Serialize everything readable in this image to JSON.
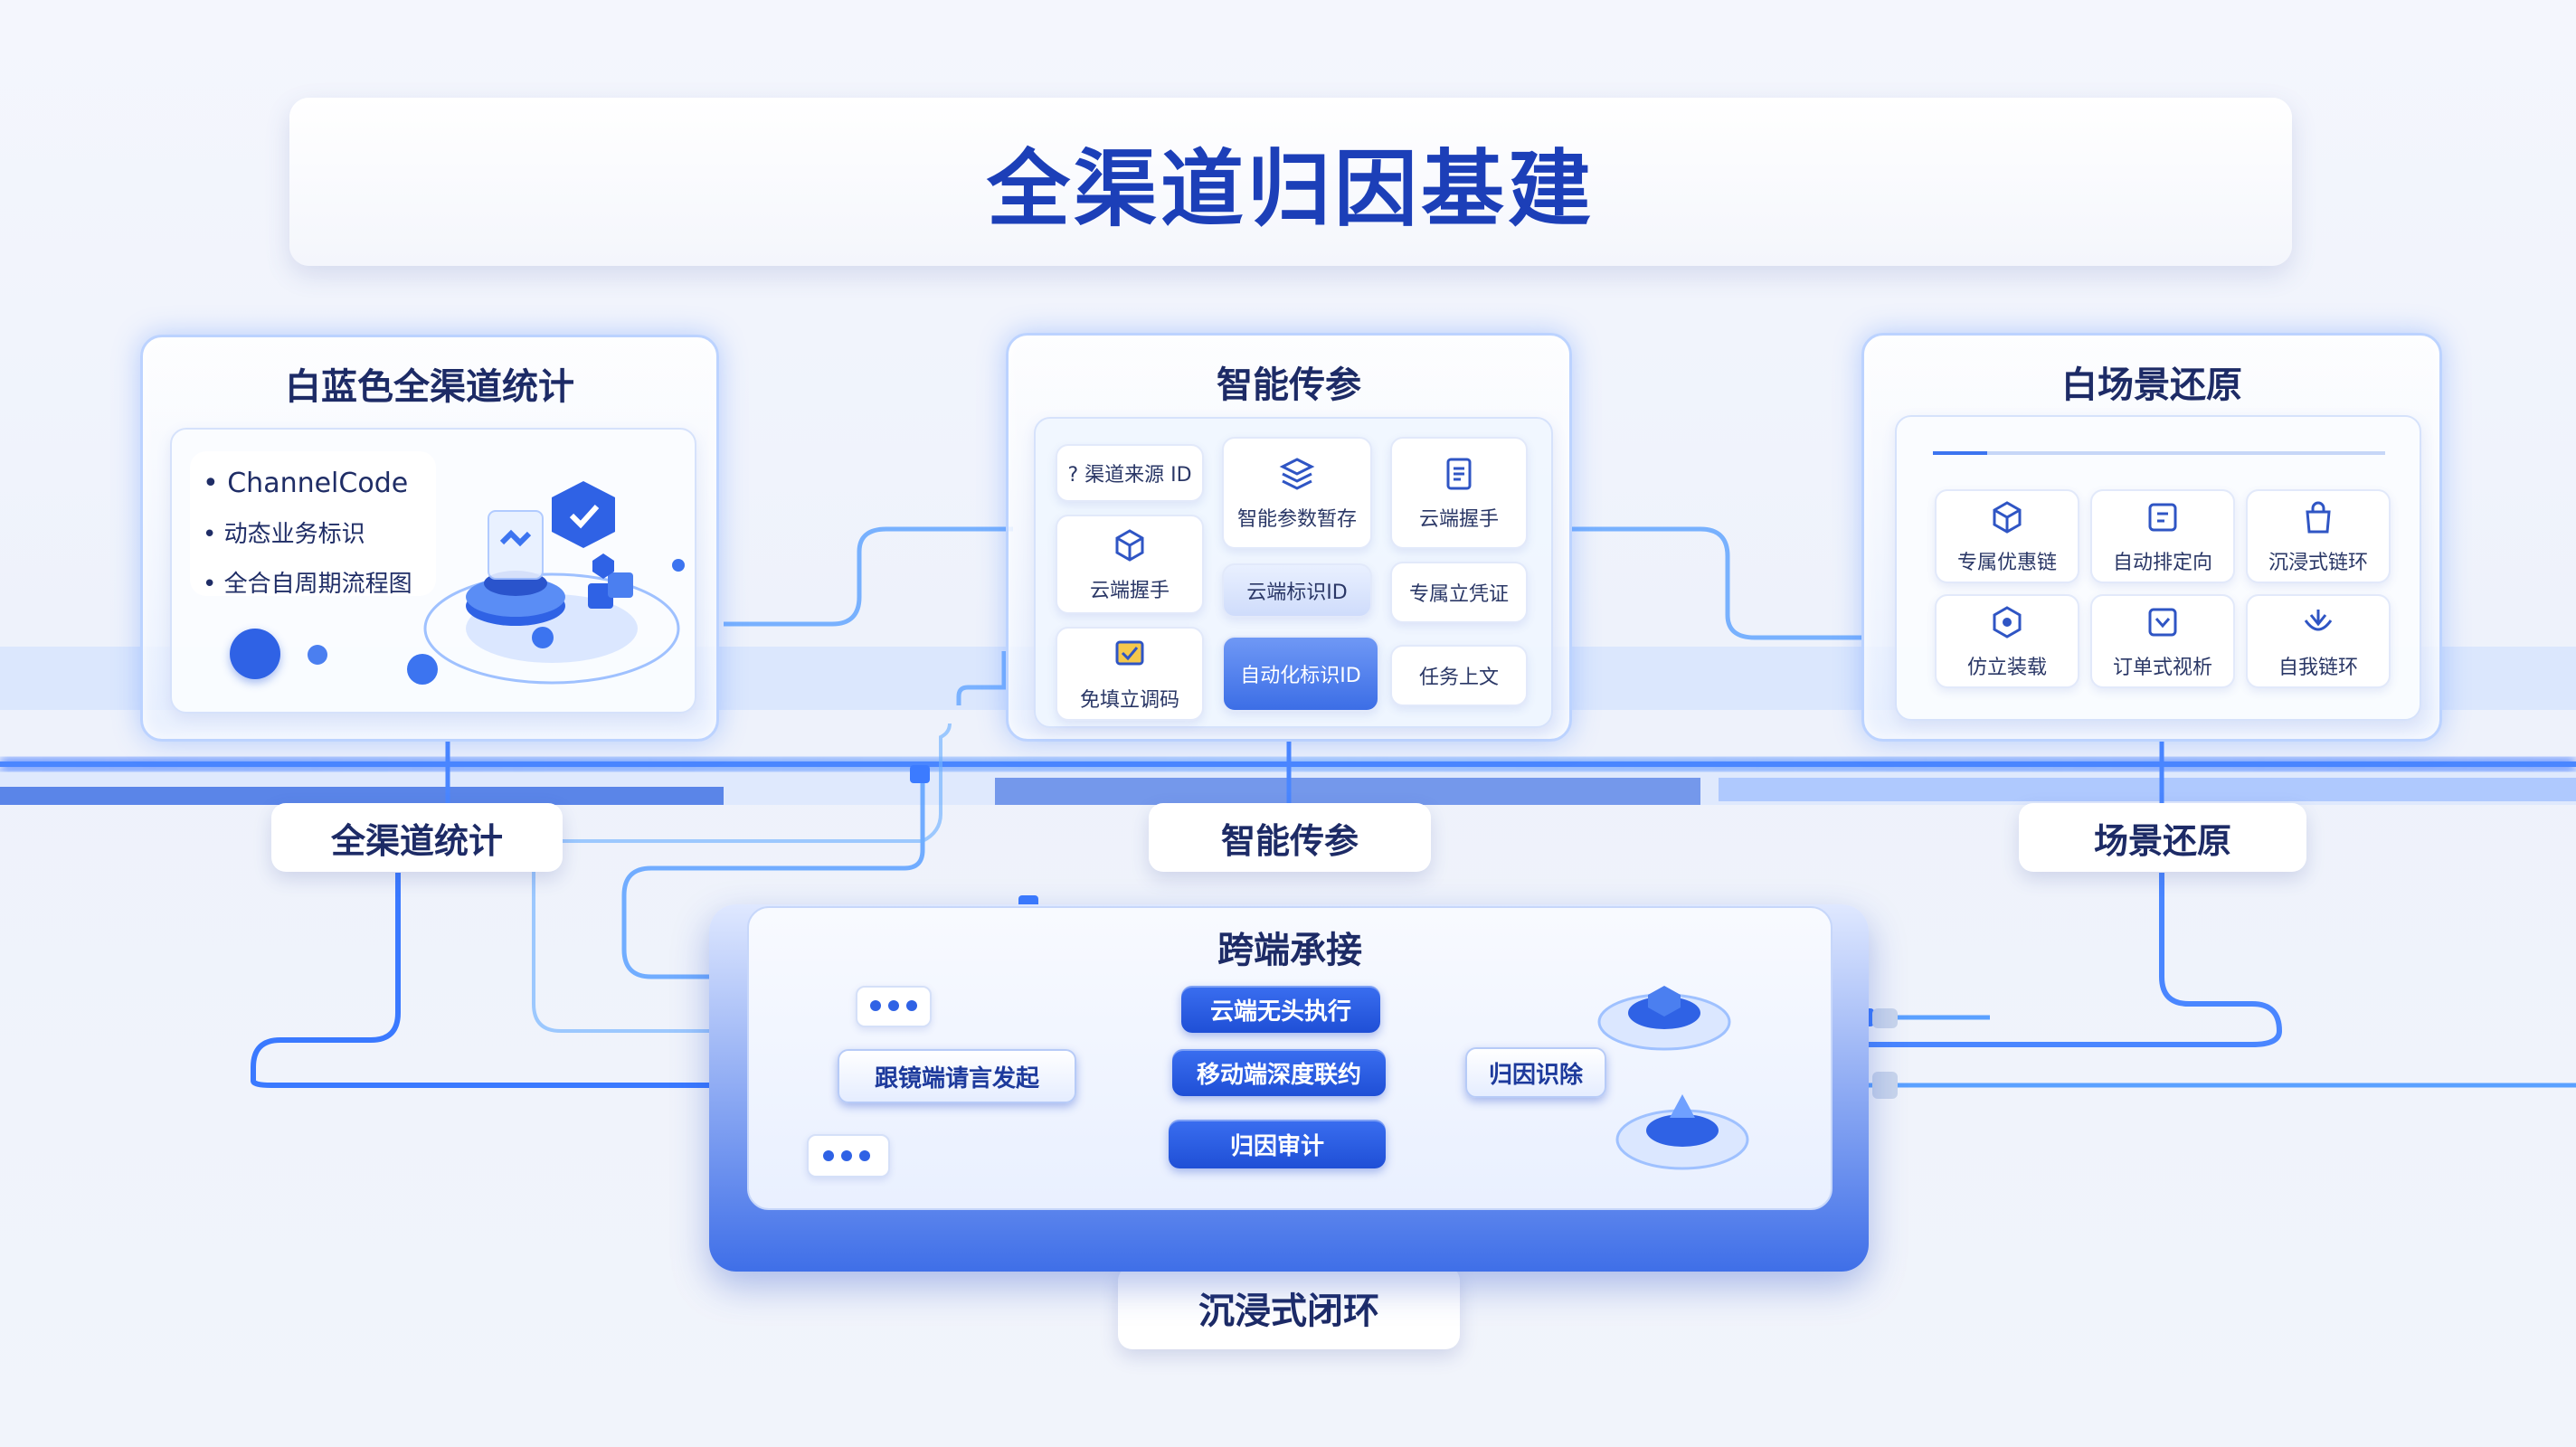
{
  "title": "全渠道归因基建",
  "panels": {
    "left": {
      "title": "白蓝色全渠道统计",
      "bullets": [
        "• ChannelCode",
        "• 动态业务标识",
        "• 全合自周期流程图"
      ]
    },
    "center": {
      "title": "智能传参",
      "tiles": [
        {
          "label": "? 渠道来源 ID",
          "icon": "none"
        },
        {
          "label": "智能参数暂存",
          "icon": "layers-icon"
        },
        {
          "label": "云端握手",
          "icon": "document-icon"
        },
        {
          "label": "云端握手",
          "icon": "box-icon"
        },
        {
          "label": "云端标识ID",
          "icon": "none"
        },
        {
          "label": "专属立凭证",
          "icon": "none"
        },
        {
          "label": "免填立调码",
          "icon": "check-icon"
        },
        {
          "label": "自动化标识ID",
          "icon": "none"
        },
        {
          "label": "任务上文",
          "icon": "none"
        }
      ]
    },
    "right": {
      "title": "白场景还原",
      "tiles": [
        {
          "label": "专属优惠链",
          "icon": "cube-icon"
        },
        {
          "label": "自动排定向",
          "icon": "grid-icon"
        },
        {
          "label": "沉浸式链环",
          "icon": "bag-icon"
        },
        {
          "label": "仿立装载",
          "icon": "hexagon-icon"
        },
        {
          "label": "订单式视析",
          "icon": "chevron-down-icon"
        },
        {
          "label": "自我链环",
          "icon": "lotus-icon"
        }
      ]
    }
  },
  "tags": {
    "left": "全渠道统计",
    "center": "智能传参",
    "right": "场景还原",
    "bottom": "沉浸式闭环"
  },
  "bottom": {
    "title": "跨端承接",
    "left_node": "跟镜端请言发起",
    "middle_nodes": [
      "云端无头执行",
      "移动端深度联约",
      "归因审计"
    ],
    "right_node": "归因识除"
  },
  "colors": {
    "accent": "#1c3fb8",
    "glow": "#4a8bff",
    "platform": "#2f63e6"
  }
}
